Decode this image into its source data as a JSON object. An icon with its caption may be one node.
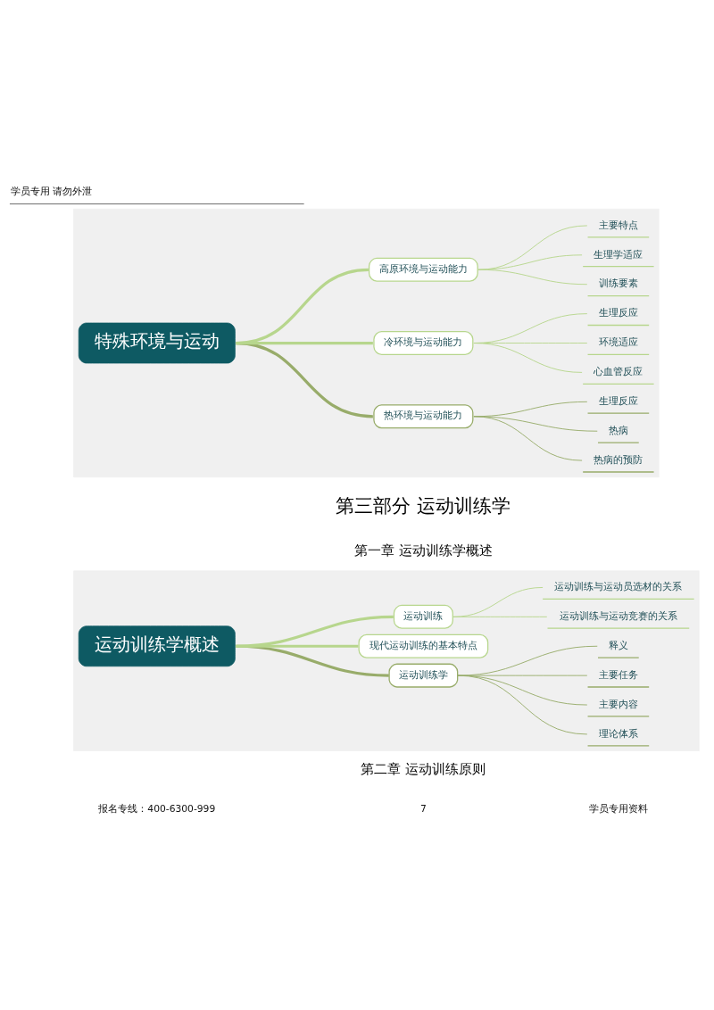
{
  "diagram": {
    "nodes": [
      {
        "text": [],
        "shape": "box"
      },
      {
        "text": [
          "特殊环境与运动"
        ],
        "in": 0
      },
      {
        "text": [
          "高原环境与运动能力"
        ],
        "in": 0
      },
      {
        "text": [
          "主要特点"
        ],
        "in": 0
      },
      {
        "text": [
          "生理学适应"
        ],
        "in": 0
      },
      {
        "text": [
          "训练要素"
        ],
        "in": 0
      },
      {
        "text": [
          "冷环境与运动能力"
        ],
        "in": 0
      },
      {
        "text": [
          "生理反应"
        ],
        "in": 0
      },
      {
        "text": [
          "环境适应"
        ],
        "in": 0
      },
      {
        "text": [
          "心血管反应"
        ],
        "in": 0
      },
      {
        "text": [
          "热环境与运动能力"
        ],
        "in": 0
      },
      {
        "text": [
          "生理反应"
        ],
        "in": 0
      },
      {
        "text": [
          "热病"
        ],
        "in": 0
      },
      {
        "text": [
          "热病的预防"
        ],
        "in": 0
      },
      {
        "text": [],
        "shape": "box"
      },
      {
        "text": [
          "运动训练学概述"
        ],
        "in": 14
      },
      {
        "text": [
          "运动训练"
        ],
        "in": 14
      },
      {
        "text": [
          "运动训练与运动员选材的关系"
        ],
        "in": 14
      },
      {
        "text": [
          "运动训练与运动竞赛的关系"
        ],
        "in": 14
      },
      {
        "text": [
          "现代运动训练的基本特点"
        ],
        "in": 14
      },
      {
        "text": [
          "运动训练学"
        ],
        "in": 14
      },
      {
        "text": [
          "释义"
        ],
        "in": 14
      },
      {
        "text": [
          "主要任务"
        ],
        "in": 14
      },
      {
        "text": [
          "主要内容"
        ],
        "in": 14
      },
      {
        "text": [
          "理论体系"
        ],
        "in": 14
      }
    ],
    "edges": [
      {
        "from": 1,
        "to": 2,
        "arrow": "none",
        "style": "thick"
      },
      {
        "from": 2,
        "to": 3,
        "arrow": "none"
      },
      {
        "from": 2,
        "to": 4,
        "arrow": "none"
      },
      {
        "from": 2,
        "to": 5,
        "arrow": "none"
      },
      {
        "from": 1,
        "to": 6,
        "arrow": "none",
        "style": "thick"
      },
      {
        "from": 6,
        "to": 7,
        "arrow": "none"
      },
      {
        "from": 6,
        "to": 8,
        "arrow": "none"
      },
      {
        "from": 6,
        "to": 9,
        "arrow": "none"
      },
      {
        "from": 1,
        "to": 10,
        "arrow": "none",
        "style": "thick",
        "color": "#98ac6a"
      },
      {
        "from": 10,
        "to": 11,
        "arrow": "none",
        "color": "#98ac6a"
      },
      {
        "from": 10,
        "to": 12,
        "arrow": "none",
        "color": "#98ac6a"
      },
      {
        "from": 10,
        "to": 13,
        "arrow": "none",
        "color": "#98ac6a"
      },
      {
        "from": 15,
        "to": 16,
        "arrow": "none",
        "style": "thick"
      },
      {
        "from": 16,
        "to": 17,
        "arrow": "none"
      },
      {
        "from": 16,
        "to": 18,
        "arrow": "none"
      },
      {
        "from": 15,
        "to": 19,
        "arrow": "none",
        "style": "thick"
      },
      {
        "from": 15,
        "to": 20,
        "arrow": "none",
        "style": "thick",
        "color": "#98ac6a"
      },
      {
        "from": 20,
        "to": 21,
        "arrow": "none",
        "color": "#98ac6a"
      },
      {
        "from": 20,
        "to": 22,
        "arrow": "none",
        "color": "#98ac6a"
      },
      {
        "from": 20,
        "to": 23,
        "arrow": "none",
        "color": "#98ac6a"
      },
      {
        "from": 20,
        "to": 24,
        "arrow": "none",
        "color": "#98ac6a"
      }
    ],
    "labels": [
      "学员专用 请勿外泄",
      "第三部分 运动训练学",
      "第一章 运动训练学概述",
      "第二章 运动训练原则",
      "报名专线：400-6300-999",
      "7",
      "学员专用资料"
    ]
  }
}
